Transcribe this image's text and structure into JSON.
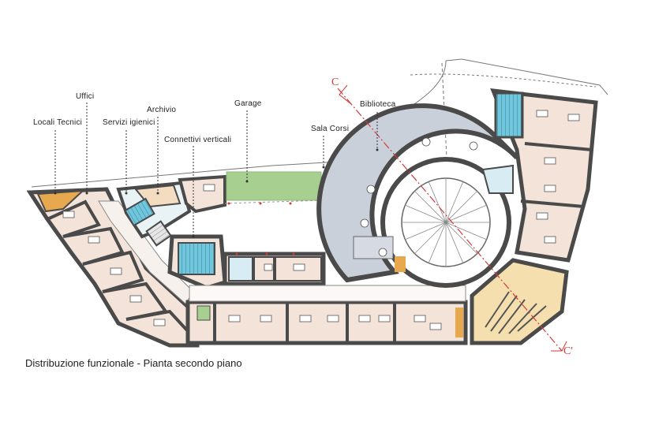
{
  "title": "Distribuzione funzionale - Pianta secondo piano",
  "labels": {
    "locali_tecnici": "Locali Tecnici",
    "uffici": "Uffici",
    "servizi_igienici": "Servizi igienici",
    "archivio": "Archivio",
    "connettivi_verticali": "Connettivi verticali",
    "garage": "Garage",
    "sala_corsi": "Sala Corsi",
    "biblioteca": "Biblioteca"
  },
  "section_marks": {
    "start": "C",
    "end": "C'"
  },
  "colors": {
    "uffici": "#f3e3d8",
    "servizi": "#d8ecf3",
    "archivio": "#f4dcc0",
    "locali_tecnici": "#e8a84e",
    "scale": "#6fc6dd",
    "garage": "#a7cf8f",
    "biblioteca": "#c9d0da",
    "sala_corsi": "#f5dfae",
    "walls": "#4a4a4a",
    "section_line": "#d23a3a"
  }
}
